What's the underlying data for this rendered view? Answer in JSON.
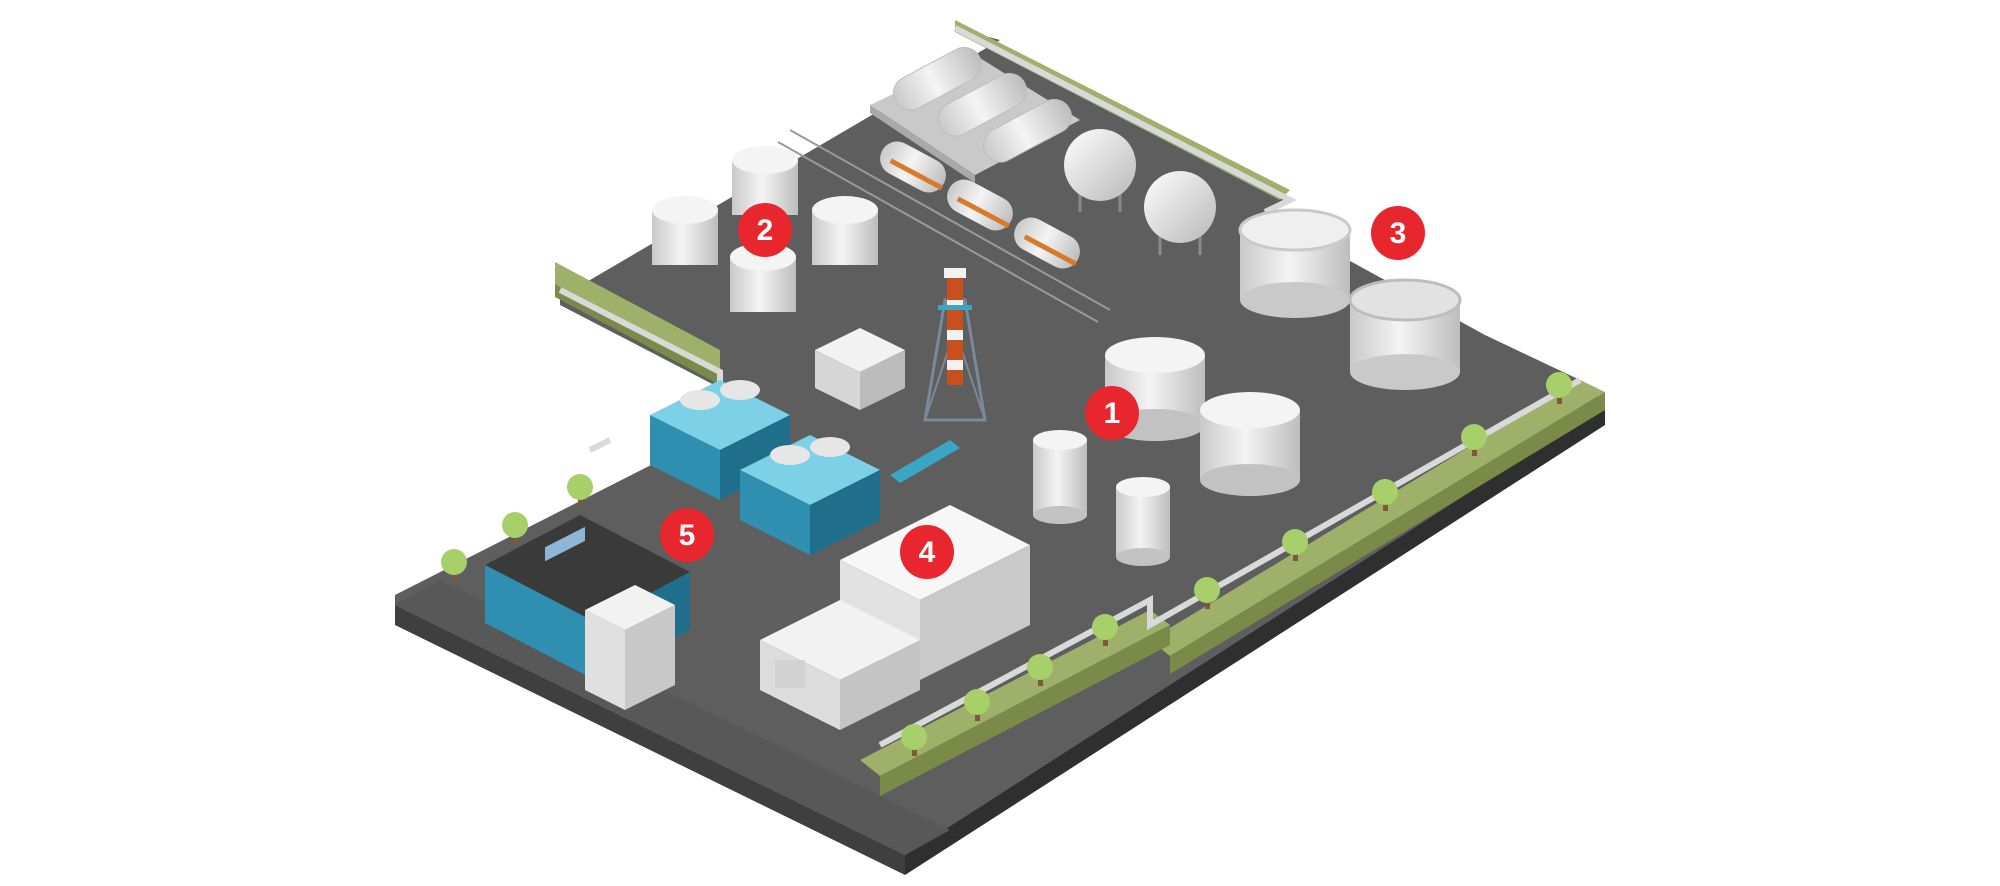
{
  "colors": {
    "ground_top": "#5e5e5e",
    "ground_side": "#3f3f3f",
    "curb": "#d4d4d4",
    "grass_top": "#9fb06a",
    "grass_side": "#7a8a48",
    "tank_light": "#f1f1f1",
    "tank_mid": "#d9d9d9",
    "tank_dark": "#b7b7b7",
    "teal": "#2f8fb0",
    "teal_dark": "#1f6f8c",
    "chimney_red": "#c8501e",
    "marker_red": "#e8262e",
    "tree_green": "#a7d06a",
    "tree_trunk": "#7a5a3a"
  },
  "markers": [
    {
      "id": "1",
      "label": "1"
    },
    {
      "id": "2",
      "label": "2"
    },
    {
      "id": "3",
      "label": "3"
    },
    {
      "id": "4",
      "label": "4"
    },
    {
      "id": "5",
      "label": "5"
    }
  ]
}
